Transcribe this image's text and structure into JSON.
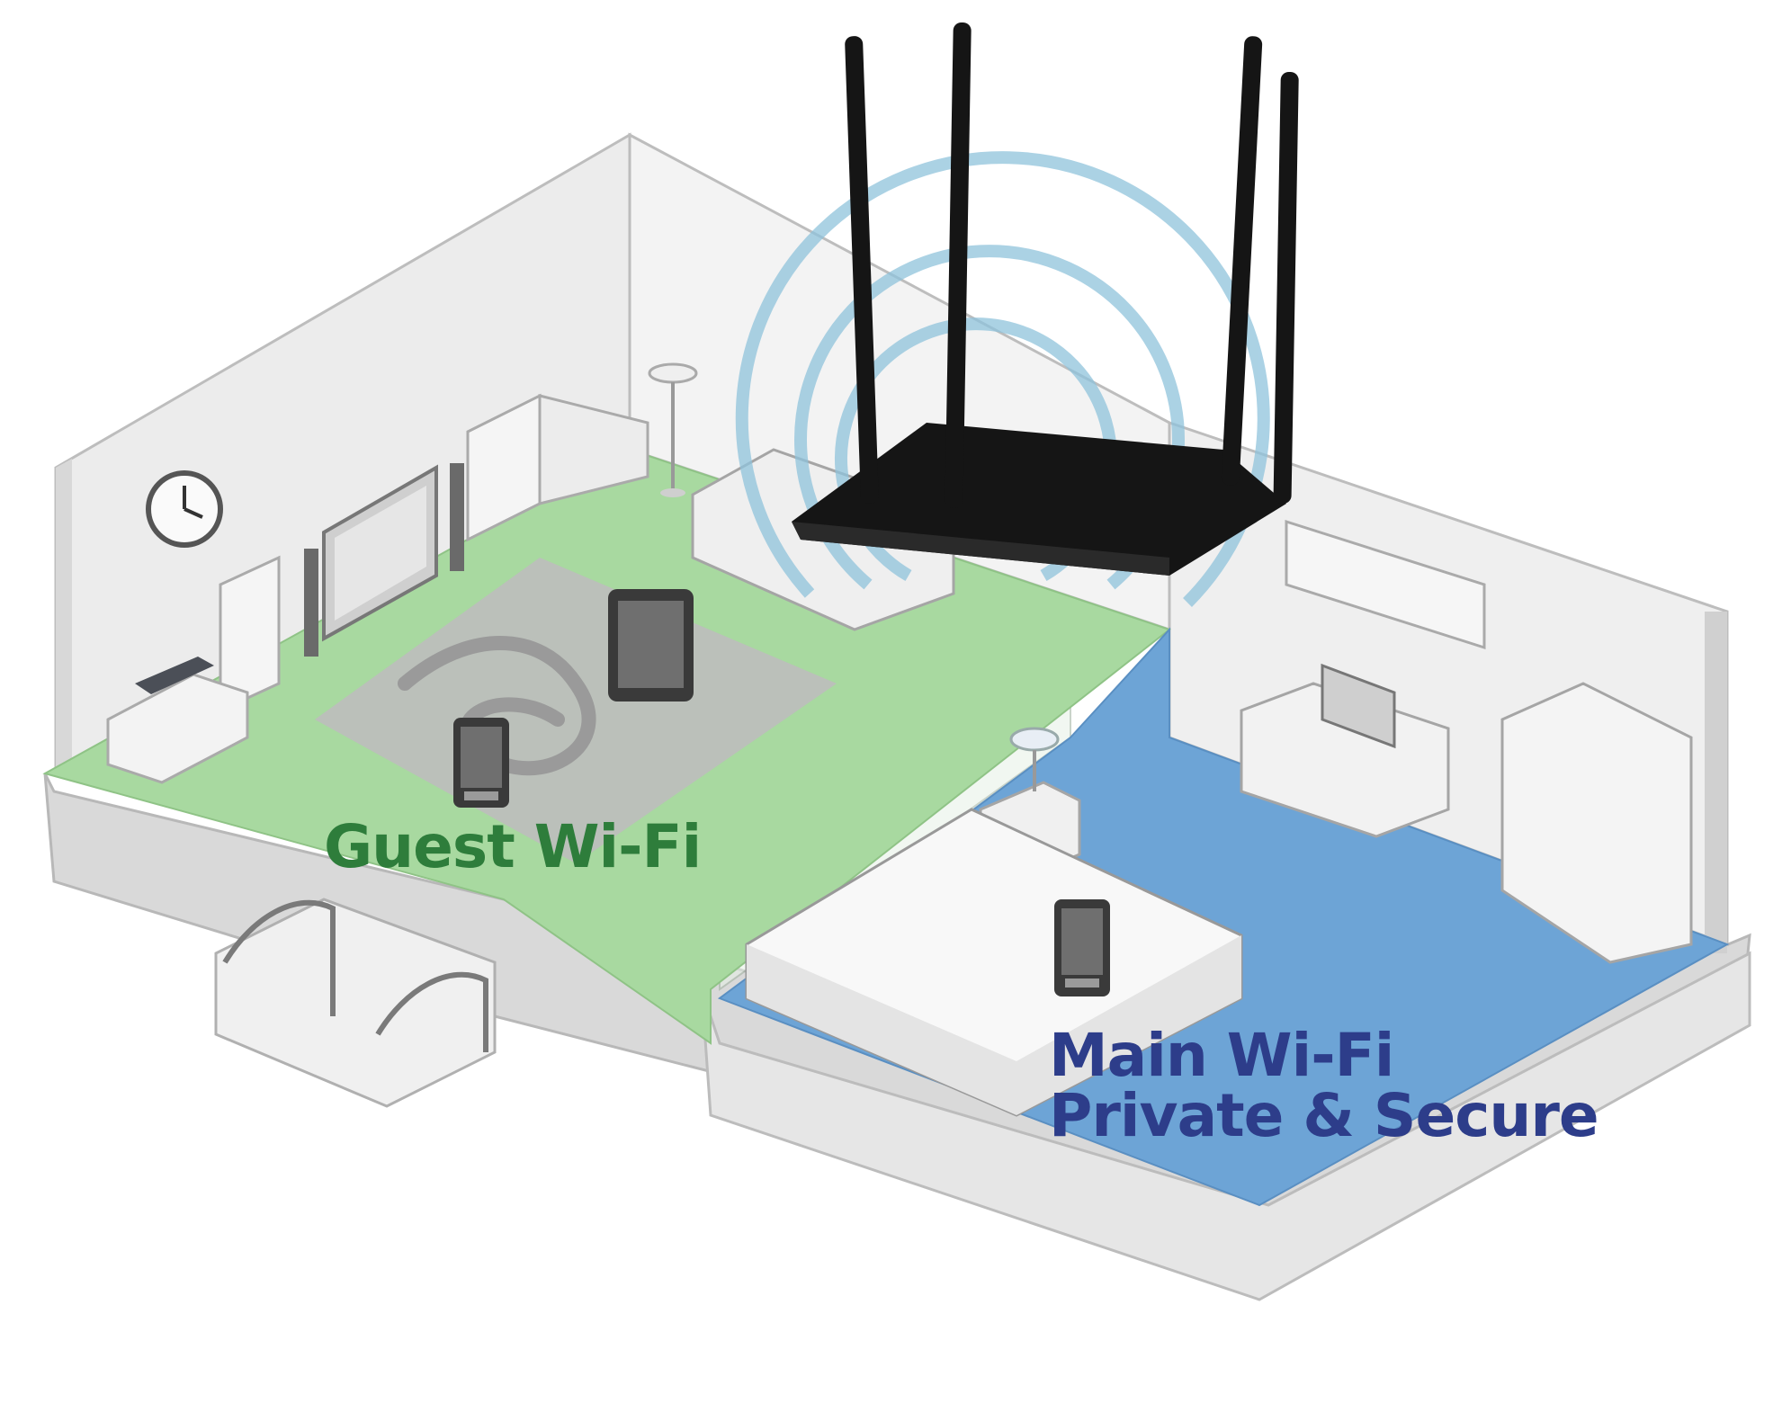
{
  "zones": {
    "guest": {
      "label": "Guest Wi-Fi",
      "color": "#2e7d3b",
      "floor_color": "#a8d9a0"
    },
    "main": {
      "label_line1": "Main Wi-Fi",
      "label_line2": "Private & Secure",
      "color": "#2d3d8a",
      "floor_color": "#6da4d6"
    }
  },
  "colors": {
    "wall": "#e9e9e9",
    "wall_edge": "#bdbdbd",
    "router": "#151515",
    "signal": "#8fc3dc"
  },
  "icons": {
    "router": "wifi-router-icon",
    "devices": [
      "tablet-icon",
      "smartphone-icon",
      "smartphone-icon"
    ]
  }
}
